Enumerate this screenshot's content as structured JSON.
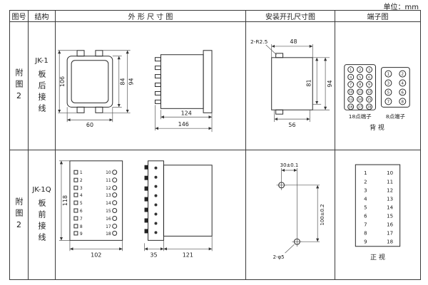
{
  "unit": "单位：mm",
  "headers": {
    "fig": "图号",
    "structure": "结构",
    "outline": "外 形 尺 寸 图",
    "install": "安装开孔尺寸图",
    "terminal": "端子图"
  },
  "row1": {
    "fig": "附图2",
    "model": "JK-1",
    "wiring": "板后接线",
    "outline": {
      "front_height": "106",
      "front_inner_height": "84",
      "front_outer_height": "94",
      "front_width": "60",
      "side_depth_body": "124",
      "side_depth_total": "146"
    },
    "install": {
      "corner_radius": "2-R2.5",
      "top_width": "48",
      "inner_height": "81",
      "outer_height": "94",
      "bottom_width": "56"
    },
    "terminal": {
      "label18": "18点端子",
      "label8": "8点端子",
      "view": "背 视",
      "grid18": [
        [
          "1",
          "2",
          "3"
        ],
        [
          "4",
          "5",
          "6"
        ],
        [
          "7",
          "8",
          "9"
        ],
        [
          "10",
          "11",
          "12"
        ],
        [
          "13",
          "14",
          "15"
        ],
        [
          "16",
          "17",
          "18"
        ]
      ],
      "grid8": [
        [
          "1",
          "2"
        ],
        [
          "3",
          "4"
        ],
        [
          "5",
          "6"
        ],
        [
          "7",
          "8"
        ]
      ]
    }
  },
  "row2": {
    "fig": "附图2",
    "model": "JK-1Q",
    "wiring": "板前接线",
    "outline": {
      "front_height": "118",
      "front_width": "102",
      "side_width_terminal": "35",
      "side_width_body": "121",
      "left_terminals": [
        "1",
        "2",
        "3",
        "4",
        "5",
        "6",
        "7",
        "8",
        "9"
      ],
      "right_terminals": [
        "10",
        "11",
        "12",
        "13",
        "14",
        "15",
        "16",
        "17",
        "18"
      ]
    },
    "install": {
      "h_spacing": "30±0.1",
      "v_spacing": "100±0.2",
      "holes": "2-φ5"
    },
    "terminal": {
      "view": "正 视",
      "left": [
        "1",
        "2",
        "3",
        "4",
        "5",
        "6",
        "7",
        "8",
        "9"
      ],
      "right": [
        "10",
        "11",
        "12",
        "13",
        "14",
        "15",
        "16",
        "17",
        "18"
      ]
    }
  }
}
